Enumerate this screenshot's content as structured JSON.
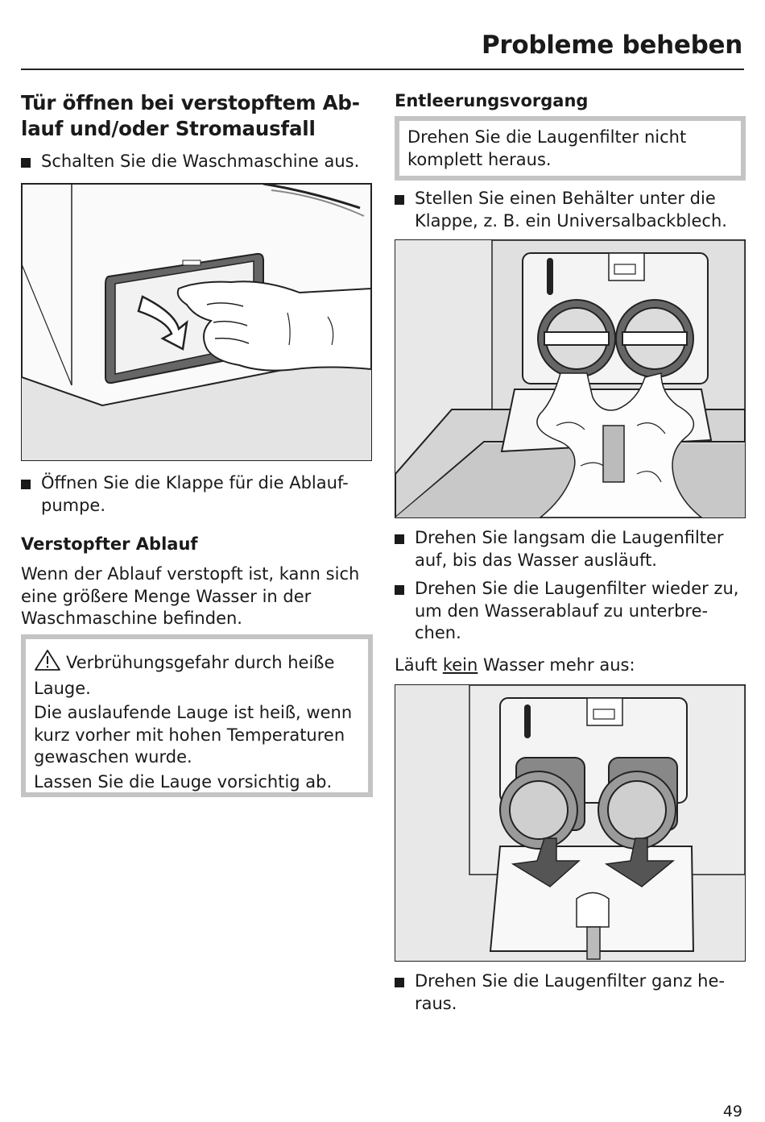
{
  "header": {
    "title": "Probleme beheben"
  },
  "left": {
    "heading_line1": "Tür öffnen bei verstopftem Ab-",
    "heading_line2": "lauf und/oder Stromausfall",
    "step1": "Schalten Sie die Waschmaschine aus.",
    "step2_line1": "Öffnen Sie die Klappe für die Ablauf-",
    "step2_line2": "pumpe.",
    "subheading": "Verstopfter Ablauf",
    "para_line1": "Wenn der Ablauf verstopft ist, kann sich",
    "para_line2": "eine größere Menge Wasser in der",
    "para_line3": "Waschmaschine befinden.",
    "warning": {
      "line1": "Verbrühungsgefahr durch heiße",
      "line2": "Lauge.",
      "line3": "Die auslaufende Lauge ist heiß, wenn",
      "line4": "kurz vorher mit hohen Temperaturen",
      "line5": "gewaschen wurde.",
      "line6": "Lassen Sie die Lauge vorsichtig ab."
    }
  },
  "right": {
    "subheading": "Entleerungsvorgang",
    "note_line1": "Drehen Sie die Laugenfilter nicht",
    "note_line2": "komplett heraus.",
    "step1_line1": "Stellen Sie einen Behälter unter die",
    "step1_line2": "Klappe, z. B. ein Universalbackblech.",
    "step2_line1": "Drehen Sie langsam die Laugenfilter",
    "step2_line2": "auf, bis das Wasser ausläuft.",
    "step3_line1": "Drehen Sie die Laugenfilter wieder zu,",
    "step3_line2": "um den Wasserablauf zu unterbre-",
    "step3_line3": "chen.",
    "no_water_pre": "Läuft ",
    "no_water_kein": "kein",
    "no_water_post": " Wasser mehr aus:",
    "step4_line1": "Drehen Sie die Laugenfilter ganz he-",
    "step4_line2": "raus."
  },
  "page_number": "49"
}
